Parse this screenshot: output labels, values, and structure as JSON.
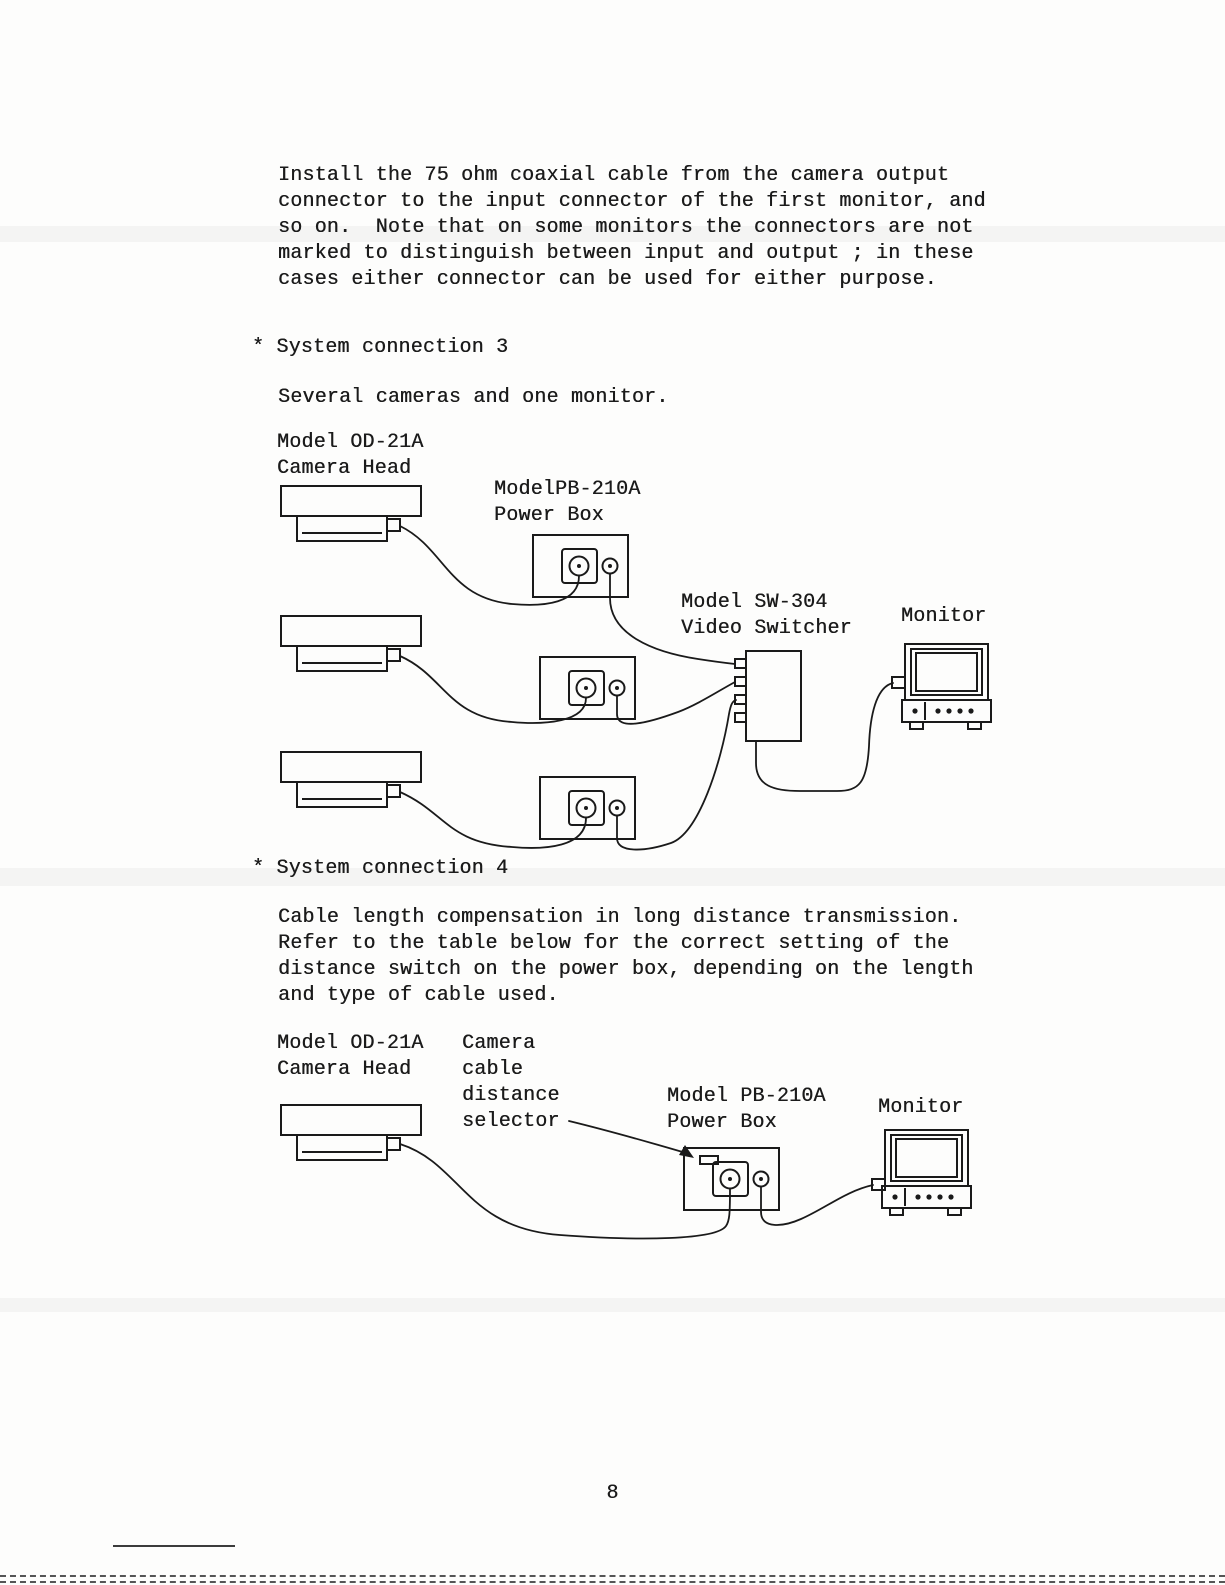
{
  "colors": {
    "ink": "#1b1b1b",
    "paper": "#fdfdfc"
  },
  "intro_paragraph": "Install the 75 ohm coaxial cable from the camera output\nconnector to the input connector of the first monitor, and\nso on.  Note that on some monitors the connectors are not\nmarked to distinguish between input and output ; in these\ncases either connector can be used for either purpose.",
  "connection3": {
    "heading": "* System connection 3",
    "subtitle": "Several cameras and one monitor.",
    "camera_label": "Model OD-21A\nCamera Head",
    "power_box_label": "ModelPB-210A\nPower Box",
    "switcher_label": "Model SW-304\nVideo Switcher",
    "monitor_label": "Monitor"
  },
  "connection4": {
    "heading": "* System connection 4",
    "paragraph": "Cable length compensation in long distance transmission.\nRefer to the table below for the correct setting of the\ndistance switch on the power box, depending on the length\nand type of cable used.",
    "camera_label": "Model OD-21A\nCamera Head",
    "selector_label": "Camera\ncable\ndistance\nselector",
    "power_box_label": "Model PB-210A\nPower Box",
    "monitor_label": "Monitor"
  },
  "page_number": "8"
}
